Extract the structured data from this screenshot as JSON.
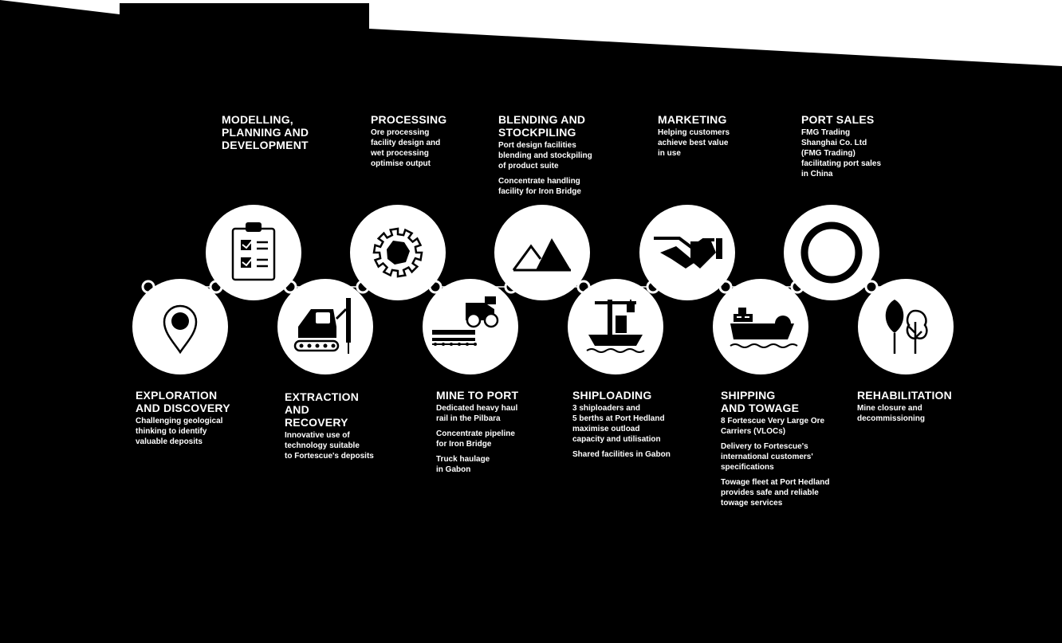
{
  "colors": {
    "background": "#000000",
    "circle": "#ffffff",
    "icon": "#000000",
    "text": "#ffffff"
  },
  "stages": [
    {
      "id": "exploration",
      "icon": "map-pin-icon",
      "title": "EXPLORATION\nAND DISCOVERY",
      "paragraphs": [
        "Challenging geological\nthinking to identify\nvaluable deposits"
      ]
    },
    {
      "id": "modelling",
      "icon": "clipboard-checklist-icon",
      "title": "MODELLING,\nPLANNING AND\nDEVELOPMENT",
      "paragraphs": []
    },
    {
      "id": "extraction",
      "icon": "drill-rig-icon",
      "title": "EXTRACTION\nAND\nRECOVERY",
      "paragraphs": [
        "Innovative use of\ntechnology suitable\nto Fortescue's deposits"
      ]
    },
    {
      "id": "processing",
      "icon": "gear-icon",
      "title": "PROCESSING",
      "paragraphs": [
        "Ore processing\nfacility design and\nwet processing\noptimise output"
      ]
    },
    {
      "id": "mine-to-port",
      "icon": "haul-truck-train-icon",
      "title": "MINE TO PORT",
      "paragraphs": [
        "Dedicated heavy haul\nrail in the Pilbara",
        "Concentrate pipeline\nfor Iron Bridge",
        "Truck haulage\nin Gabon"
      ]
    },
    {
      "id": "blending",
      "icon": "mountains-icon",
      "title": "BLENDING AND\nSTOCKPILING",
      "paragraphs": [
        "Port design facilities\nblending and stockpiling\nof product suite",
        "Concentrate handling\nfacility for Iron Bridge"
      ]
    },
    {
      "id": "shiploading",
      "icon": "ship-loader-icon",
      "title": "SHIPLOADING",
      "paragraphs": [
        "3 shiploaders and\n5 berths at Port Hedland\nmaximise outload\ncapacity and utilisation",
        "Shared facilities in Gabon"
      ]
    },
    {
      "id": "marketing",
      "icon": "handshake-icon",
      "title": "MARKETING",
      "paragraphs": [
        "Helping customers\nachieve best value\nin use"
      ]
    },
    {
      "id": "shipping",
      "icon": "ship-icon",
      "title": "SHIPPING\nAND TOWAGE",
      "paragraphs": [
        "8 Fortescue Very Large Ore\nCarriers (VLOCs)",
        "Delivery to Fortescue's\ninternational customers'\nspecifications",
        "Towage fleet at Port Hedland\nprovides safe and reliable\ntowage services"
      ]
    },
    {
      "id": "port-sales",
      "icon": "ring-icon",
      "title": "PORT SALES",
      "paragraphs": [
        "FMG Trading\nShanghai Co. Ltd\n(FMG Trading)\nfacilitating port sales\nin China"
      ]
    },
    {
      "id": "rehabilitation",
      "icon": "trees-icon",
      "title": "REHABILITATION",
      "paragraphs": [
        "Mine closure and\ndecommissioning"
      ]
    }
  ]
}
